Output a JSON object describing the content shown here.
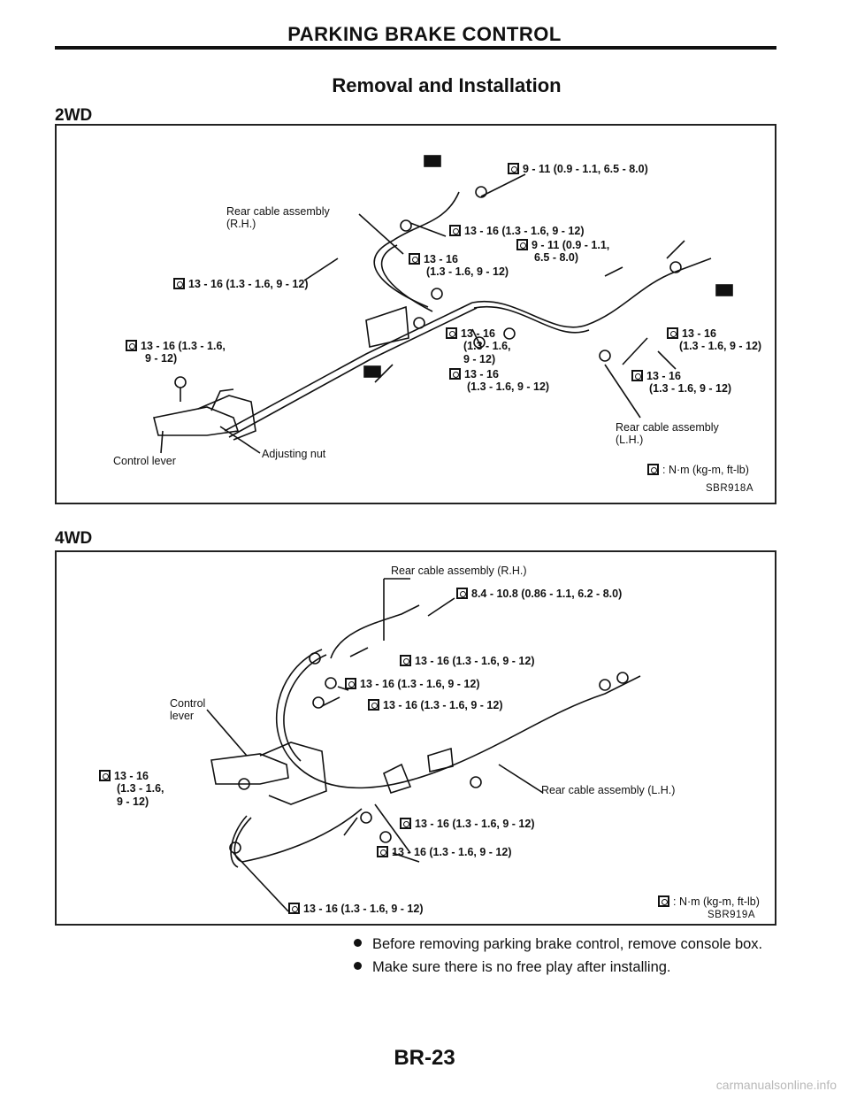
{
  "header": {
    "title": "PARKING BRAKE CONTROL"
  },
  "section": {
    "title": "Removal and Installation"
  },
  "wd2": {
    "label": "2WD",
    "callouts": {
      "c1": "9 - 11 (0.9 - 1.1, 6.5 - 8.0)",
      "rear_rh_1": "Rear cable assembly",
      "rear_rh_2": "(R.H.)",
      "c2": "13 - 16 (1.3 - 1.6, 9 - 12)",
      "c3a": "9 - 11 (0.9 - 1.1,",
      "c3b": "6.5 - 8.0)",
      "c4a": "13 - 16",
      "c4b": "(1.3 - 1.6, 9 - 12)",
      "c5": "13 - 16 (1.3 - 1.6, 9 - 12)",
      "c6a": "13 - 16 (1.3 - 1.6,",
      "c6b": "9 - 12)",
      "c7a": "13 - 16",
      "c7b": "(1.3 - 1.6,",
      "c7c": "9 - 12)",
      "c8a": "13 - 16",
      "c8b": "(1.3 - 1.6, 9 - 12)",
      "c9a": "13 - 16",
      "c9b": "(1.3 - 1.6, 9 - 12)",
      "c10a": "13 - 16",
      "c10b": "(1.3 - 1.6, 9 - 12)",
      "rear_lh_1": "Rear cable assembly",
      "rear_lh_2": "(L.H.)",
      "control_lever": "Control lever",
      "adjusting_nut": "Adjusting nut",
      "legend": ": N·m (kg-m, ft-lb)",
      "code": "SBR918A"
    }
  },
  "wd4": {
    "label": "4WD",
    "callouts": {
      "rear_rh": "Rear cable assembly (R.H.)",
      "c1": "8.4 - 10.8 (0.86 - 1.1, 6.2 - 8.0)",
      "c2": "13 - 16 (1.3 - 1.6, 9 - 12)",
      "c3": "13 - 16 (1.3 - 1.6, 9 - 12)",
      "c4": "13 - 16 (1.3 - 1.6, 9 - 12)",
      "control_1": "Control",
      "control_2": "lever",
      "c5a": "13 - 16",
      "c5b": "(1.3 - 1.6,",
      "c5c": "9 - 12)",
      "rear_lh": "Rear cable assembly (L.H.)",
      "c6": "13 - 16 (1.3 - 1.6, 9 - 12)",
      "c7": "13 - 16 (1.3 - 1.6, 9 - 12)",
      "c8": "13 - 16 (1.3 - 1.6, 9 - 12)",
      "legend": ": N·m (kg-m, ft-lb)",
      "code": "SBR919A"
    }
  },
  "notes": [
    "Before removing parking brake control, remove console box.",
    "Make sure there is no free play after installing."
  ],
  "page_number": "BR-23",
  "watermark": "carmanualsonline.info"
}
